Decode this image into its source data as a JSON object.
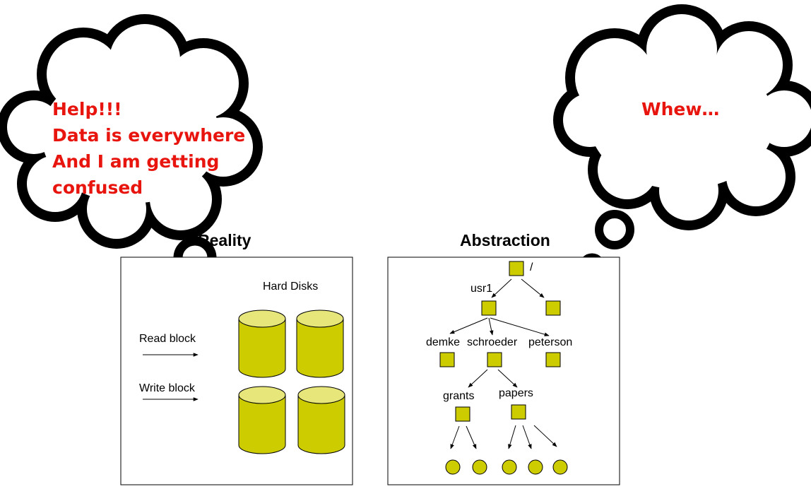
{
  "left_cloud": {
    "lines": [
      "Help!!!",
      "Data is everywhere",
      "And I am getting",
      "confused"
    ]
  },
  "right_cloud": {
    "text": "Whew…"
  },
  "reality": {
    "title": "Reality",
    "disks_label": "Hard Disks",
    "read_label": "Read block",
    "write_label": "Write block"
  },
  "abstraction": {
    "title": "Abstraction",
    "labels": {
      "root": "/",
      "usr1": "usr1",
      "demke": "demke",
      "schroeder": "schroeder",
      "peterson": "peterson",
      "grants": "grants",
      "papers": "papers"
    }
  },
  "colors": {
    "accent_text": "#e8150f",
    "node_fill": "#cccc00",
    "disk_top": "#e6e67a"
  }
}
